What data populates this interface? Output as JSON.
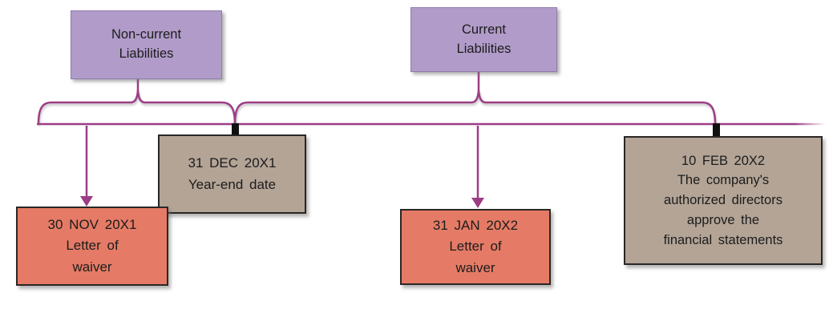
{
  "diagram": {
    "type": "timeline",
    "colors": {
      "period_box_fill": "#b19bc9",
      "event_neutral_fill": "#b3a496",
      "event_highlight_fill": "#e57b66",
      "line_color": "#9c3d86",
      "tick_color": "#111111",
      "text_color": "#1c1c1c"
    },
    "periods": [
      {
        "id": "non-current-liabilities",
        "lines": [
          "Non-current",
          "Liabilities"
        ]
      },
      {
        "id": "current-liabilities",
        "lines": [
          "Current",
          "Liabilities"
        ]
      }
    ],
    "events": [
      {
        "id": "letter-of-waiver-1",
        "date": "30 NOV 20X1",
        "lines": [
          "Letter of",
          "waiver"
        ],
        "marker": "arrow",
        "style": "salmon"
      },
      {
        "id": "year-end-date",
        "date": "31 DEC 20X1",
        "lines": [
          "Year-end date"
        ],
        "marker": "tick",
        "style": "tan"
      },
      {
        "id": "letter-of-waiver-2",
        "date": "31 JAN 20X2",
        "lines": [
          "Letter of",
          "waiver"
        ],
        "marker": "arrow",
        "style": "salmon"
      },
      {
        "id": "directors-approval",
        "date": "10 FEB 20X2",
        "lines": [
          "The company's",
          "authorized directors",
          "approve the",
          "financial statements"
        ],
        "marker": "tick",
        "style": "tan"
      }
    ]
  }
}
